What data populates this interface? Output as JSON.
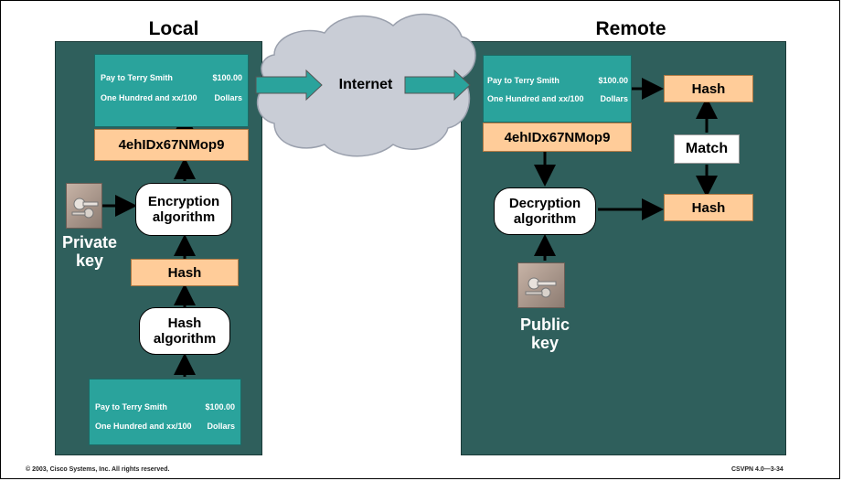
{
  "local": {
    "heading": "Local",
    "doc_top": {
      "payee": "Pay to Terry Smith",
      "amount": "$100.00",
      "words": "One Hundred and xx/100",
      "unit": "Dollars"
    },
    "doc_bottom": {
      "payee": "Pay to Terry Smith",
      "amount": "$100.00",
      "words": "One Hundred and xx/100",
      "unit": "Dollars"
    },
    "signature": "4ehIDx67NMop9",
    "encryption": [
      "Encryption",
      "algorithm"
    ],
    "hash_box": "Hash",
    "hash_algorithm": [
      "Hash",
      "algorithm"
    ],
    "key_label": [
      "Private",
      "key"
    ]
  },
  "internet": {
    "label": "Internet"
  },
  "remote": {
    "heading": "Remote",
    "doc": {
      "payee": "Pay to Terry Smith",
      "amount": "$100.00",
      "words": "One Hundred and xx/100",
      "unit": "Dollars"
    },
    "signature": "4ehIDx67NMop9",
    "hash_top": "Hash",
    "hash_bottom": "Hash",
    "match": "Match",
    "decryption": [
      "Decryption",
      "algorithm"
    ],
    "key_label": [
      "Public",
      "key"
    ]
  },
  "footer": {
    "copyright": "© 2003, Cisco Systems, Inc. All rights reserved.",
    "course": "CSVPN 4.0—3-34"
  },
  "colors": {
    "panel": "#2f5f5c",
    "document": "#2aa39c",
    "hash_box": "#ffcc99",
    "cloud": "#c9cdd6"
  }
}
